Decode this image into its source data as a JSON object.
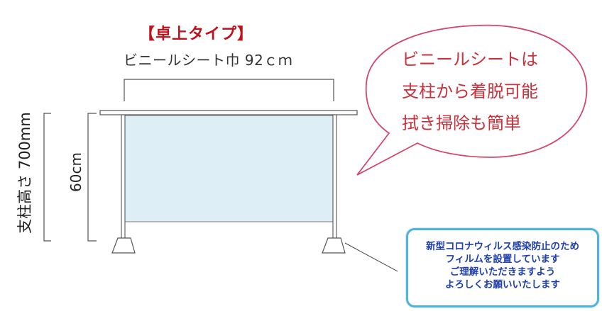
{
  "diagram": {
    "title": "【卓上タイプ】",
    "sheet_width_label": "ビニールシート巾 92ｃｍ",
    "overall_height_label": "支柱高さ 700mm",
    "inner_height_label": "60cm",
    "speech_bubble": {
      "lines": [
        "ビニールシートは",
        "支柱から着脱可能",
        "拭き掃除も簡単"
      ]
    },
    "notice_card": {
      "lines": [
        "新型コロナウィルス感染防止のため",
        "フィルムを設置しています",
        "ご理解いただきますよう",
        "よろしくお願いいたします"
      ]
    },
    "colors": {
      "title": "#c0101c",
      "bubble_stroke": "#d5456c",
      "bubble_text": "#c8323c",
      "sheet_fill": "#ddeef6",
      "card_border": "#4fb3dc",
      "card_text": "#1f3fae"
    }
  }
}
